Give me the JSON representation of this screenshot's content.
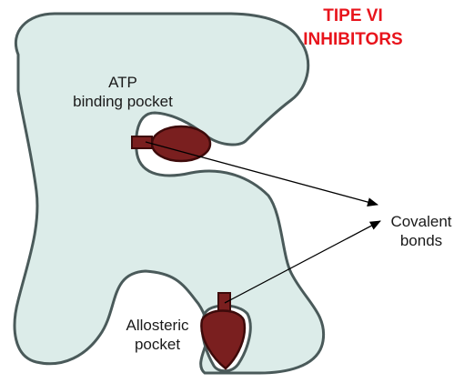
{
  "title": {
    "line1": "TIPE VI",
    "line2": "INHIBITORS"
  },
  "labels": {
    "atp_line1": "ATP",
    "atp_line2": "binding pocket",
    "allosteric_line1": "Allosteric",
    "allosteric_line2": "pocket",
    "covalent_line1": "Covalent",
    "covalent_line2": "bonds"
  },
  "colors": {
    "protein_fill": "#dcece9",
    "protein_stroke": "#4a5a5a",
    "inhibitor_fill": "#7a1f1f",
    "inhibitor_stroke": "#3d0a0a",
    "title_color": "#e8141c",
    "arrow": "#000000"
  }
}
